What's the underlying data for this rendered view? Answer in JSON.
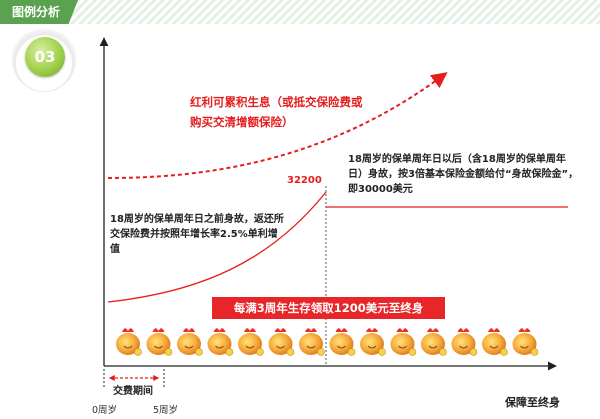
{
  "header": {
    "title": "图例分析"
  },
  "badge": {
    "number": "03"
  },
  "diagram": {
    "dividend_note": "红利可累积生息（或抵交保险费或购买交清增额保险）",
    "before_18_note": "18周岁的保单周年日之前身故，返还所交保险费并按照年增长率2.5%单利增值",
    "after_18_note": "18周岁的保单周年日以后（含18周岁的保单周年日）身故，按3倍基本保险金额给付“身故保险金”，即30000美元",
    "value_label": "32200",
    "banner": "每满3周年生存领取1200美元至终身",
    "payment_period": "交费期间",
    "x_axis_label": "保障至终身",
    "start_age": "0周岁",
    "end_age": "5周岁",
    "colors": {
      "accent_red": "#e61d1d",
      "header_green": "#5aa24f",
      "banner_red": "#e8262a"
    },
    "icons": [
      "money-bag-icon",
      "money-bag-icon",
      "money-bag-icon",
      "money-bag-icon",
      "money-bag-icon",
      "money-bag-icon",
      "money-bag-icon",
      "money-bag-icon",
      "money-bag-icon",
      "money-bag-icon",
      "money-bag-icon",
      "money-bag-icon",
      "money-bag-icon",
      "money-bag-icon"
    ]
  }
}
